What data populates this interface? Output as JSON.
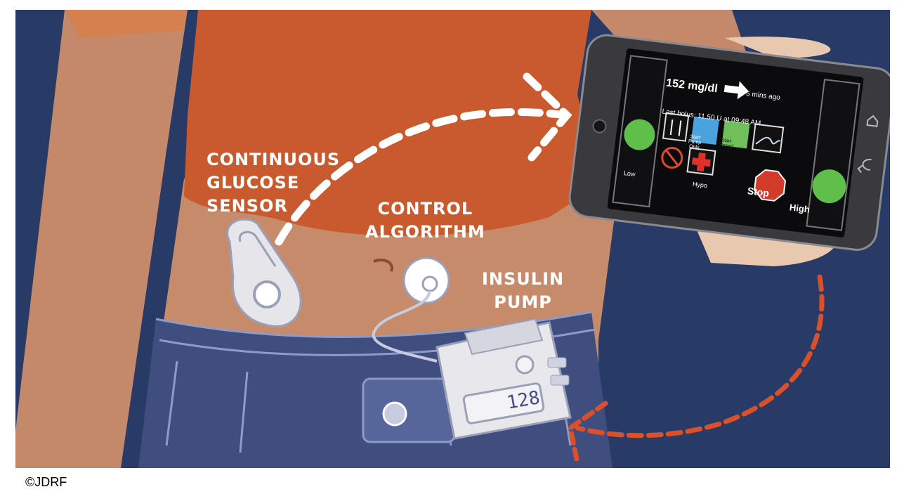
{
  "labels": {
    "cgm": [
      "CONTINUOUS",
      "GLUCOSE",
      "SENSOR"
    ],
    "algorithm": [
      "CONTROL",
      "ALGORITHM"
    ],
    "pump": [
      "INSULIN",
      "PUMP"
    ]
  },
  "phone": {
    "glucose": "152 mg/dl",
    "time_ago": "5 mins ago",
    "last_bolus": "Last bolus: 11.50 U at 09:48 AM",
    "start_pump_only": "Start Pump Only",
    "start_closed_loop": "Start Closed Loop",
    "hypo": "Hypo",
    "stop": "Stop",
    "low": "Low",
    "high": "High"
  },
  "pump_display": "128",
  "copyright": "©JDRF",
  "colors": {
    "background": "#283a66",
    "shirt": "#c95a2e",
    "skin": "#c58b6a",
    "jeans": "#3f4e7e",
    "arrow_white": "#ffffff",
    "arrow_orange": "#d9502a"
  },
  "icons": [
    "wifi-arrow-icon",
    "utensils-icon",
    "no-running-icon",
    "red-cross-icon",
    "glucose-graph-icon"
  ]
}
